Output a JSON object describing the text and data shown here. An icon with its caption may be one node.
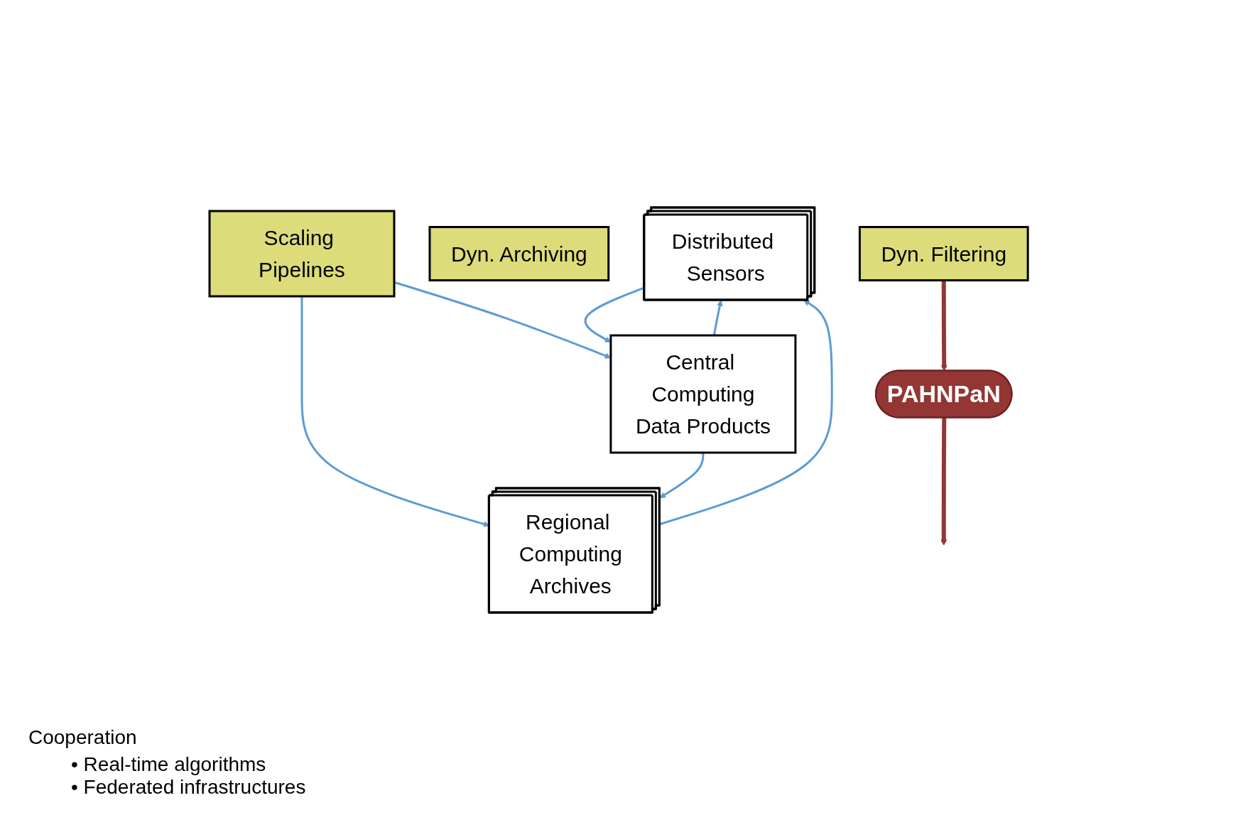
{
  "diagram": {
    "nodes": [
      {
        "text": [
          "Distributed Sensors"
        ]
      },
      {
        "text": [
          "Dyn. Archiving"
        ]
      },
      {
        "text": [
          "Scaling Pipelines"
        ]
      },
      {
        "text": [
          "Dyn. Filtering"
        ]
      },
      {
        "text": [
          "Regional Computing",
          "Archives"
        ]
      },
      {
        "text": [
          "Central Computing",
          "Data Products"
        ]
      },
      {
        "text": [
          "PAHNPaN"
        ]
      }
    ],
    "edges": [
      {
        "from": 4,
        "to": 0,
        "arrow": "to"
      },
      {
        "from": 0,
        "to": 5,
        "arrow": "to"
      },
      {
        "from": 5,
        "to": 0,
        "arrow": "to"
      },
      {
        "from": 2,
        "to": 4,
        "arrow": "to"
      },
      {
        "from": 2,
        "to": 5,
        "arrow": "to"
      },
      {
        "from": 5,
        "to": 4,
        "arrow": "to"
      },
      {
        "from": 3,
        "to": 6,
        "arrow": "to",
        "style": "thick",
        "color": "#943634"
      },
      {
        "from": 6,
        "to": null,
        "arrow": "to",
        "style": "thick",
        "color": "#943634"
      }
    ],
    "labels": [
      "Cooperation",
      "• Real-time algorithms",
      "• Federated infrastructures"
    ]
  }
}
